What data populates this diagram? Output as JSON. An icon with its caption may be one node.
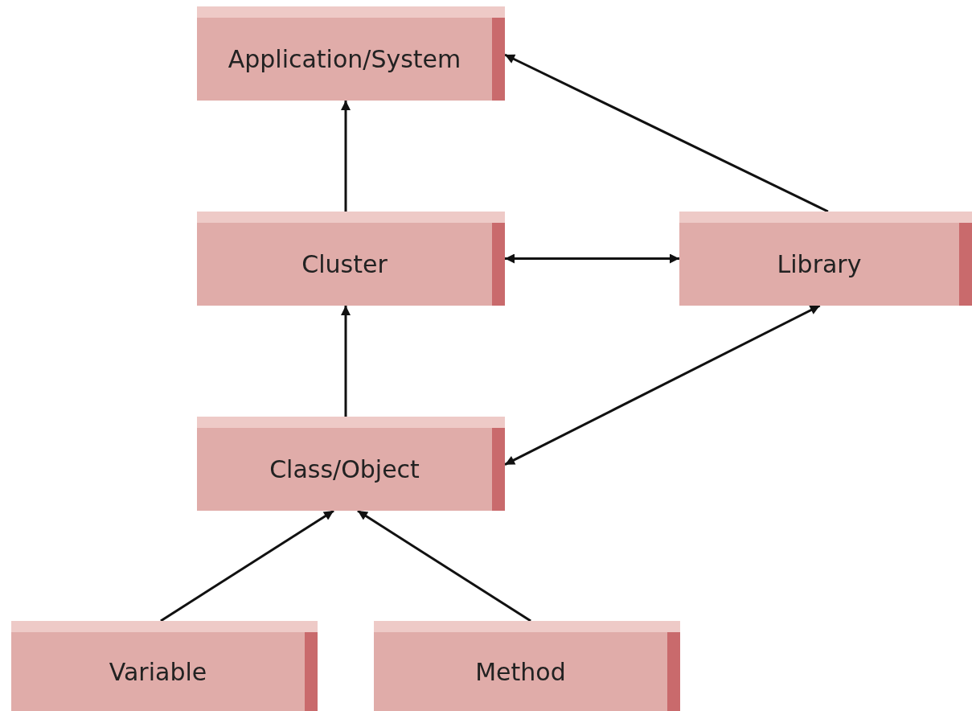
{
  "diagram": {
    "nodes": [
      {
        "text": [
          "Application/System"
        ]
      },
      {
        "text": [
          "Cluster"
        ]
      },
      {
        "text": [
          "Library"
        ]
      },
      {
        "text": [
          "Class/Object"
        ]
      },
      {
        "text": [
          "Variable"
        ]
      },
      {
        "text": [
          "Method"
        ]
      }
    ],
    "edges": [
      {
        "from": 1,
        "to": 0,
        "arrow": "to"
      },
      {
        "from": 2,
        "to": 0,
        "arrow": "to"
      },
      {
        "from": 1,
        "to": 2,
        "arrow": "both"
      },
      {
        "from": 3,
        "to": 1,
        "arrow": "to"
      },
      {
        "from": 3,
        "to": 2,
        "arrow": "both"
      },
      {
        "from": 4,
        "to": 3,
        "arrow": "to"
      },
      {
        "from": 5,
        "to": 3,
        "arrow": "to"
      }
    ]
  }
}
